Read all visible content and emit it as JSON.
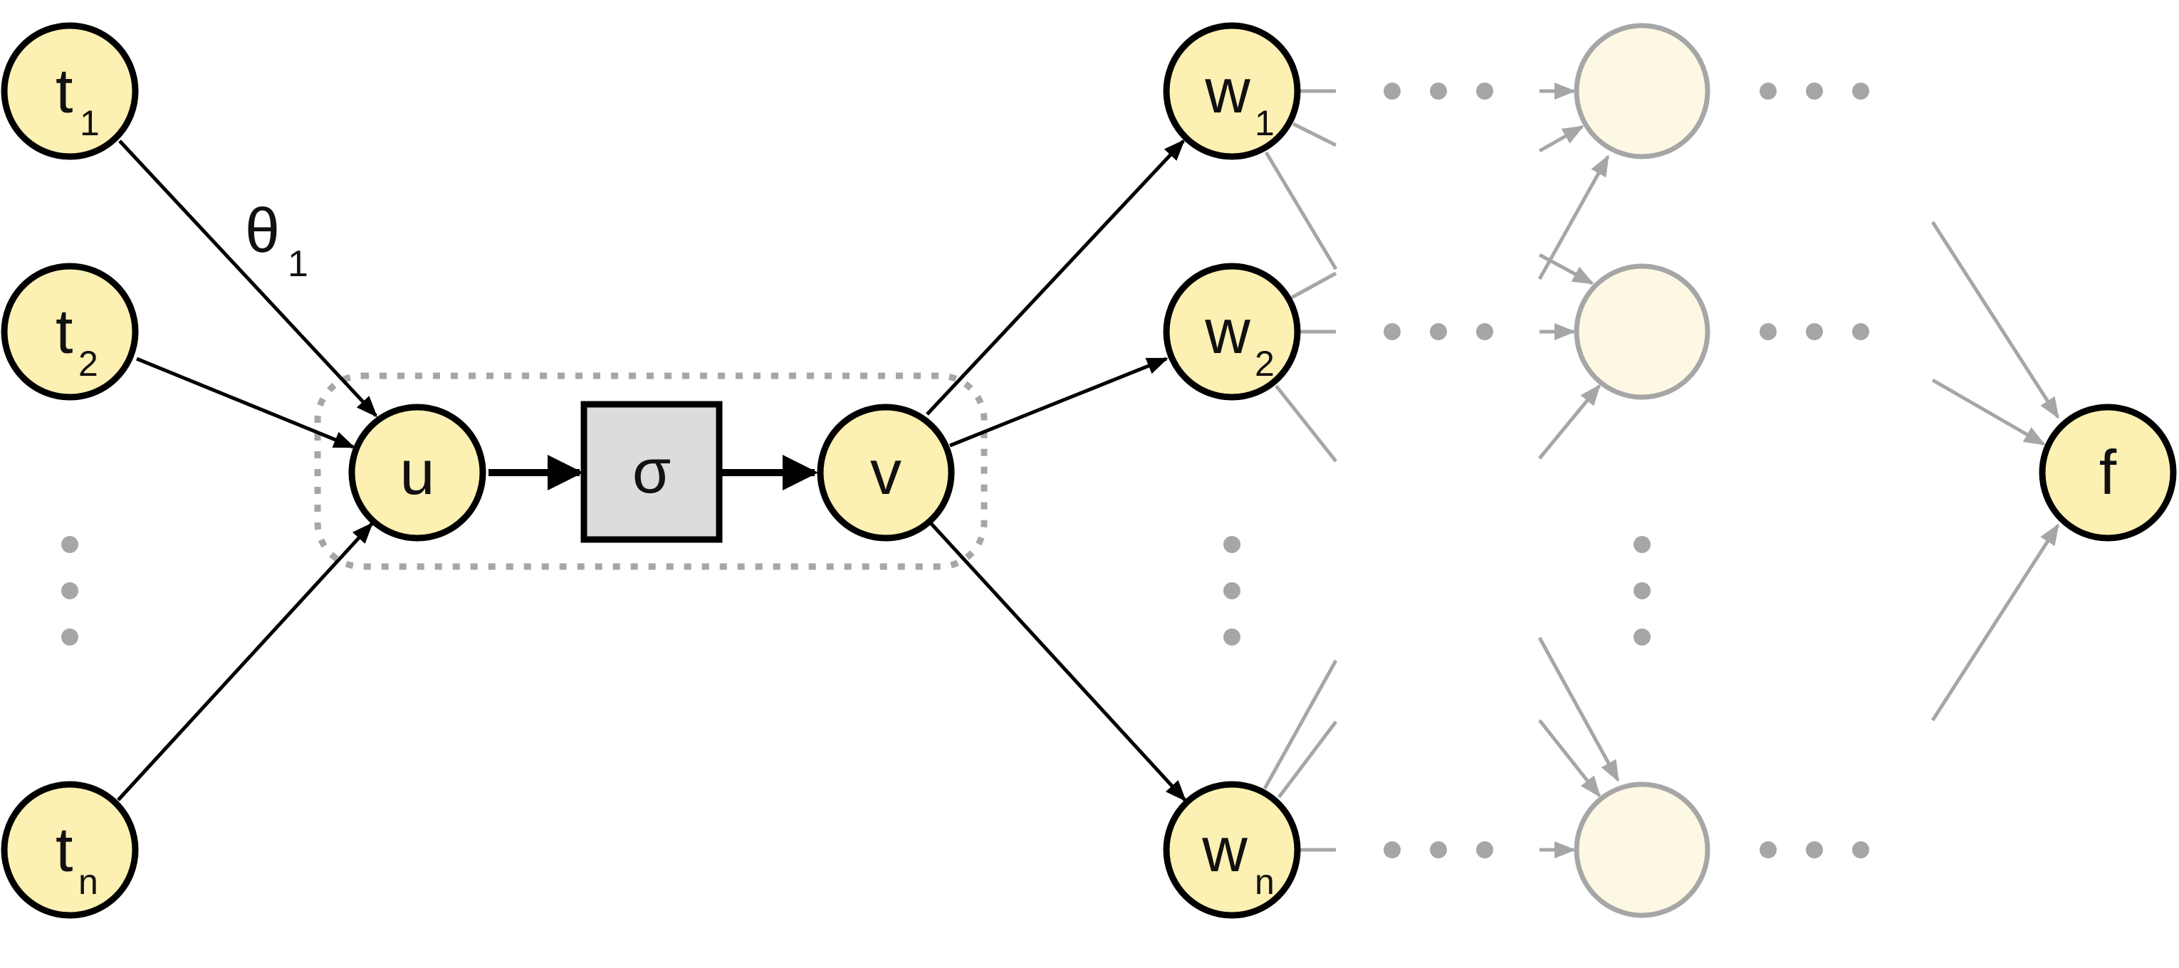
{
  "labels": {
    "t1": "t",
    "t1_sub": "1",
    "t2": "t",
    "t2_sub": "2",
    "tn": "t",
    "tn_sub": "n",
    "theta": "θ",
    "theta_sub": "1",
    "u": "u",
    "sigma": "σ",
    "v": "v",
    "w1": "w",
    "w1_sub": "1",
    "w2": "w",
    "w2_sub": "2",
    "wn": "w",
    "wn_sub": "n",
    "f": "f"
  },
  "colors": {
    "node_fill": "#fdf0b3",
    "node_faint_fill": "#fdf8e3",
    "faint_stroke": "#a6a6a6",
    "sigma_fill": "#dcdcdc"
  }
}
